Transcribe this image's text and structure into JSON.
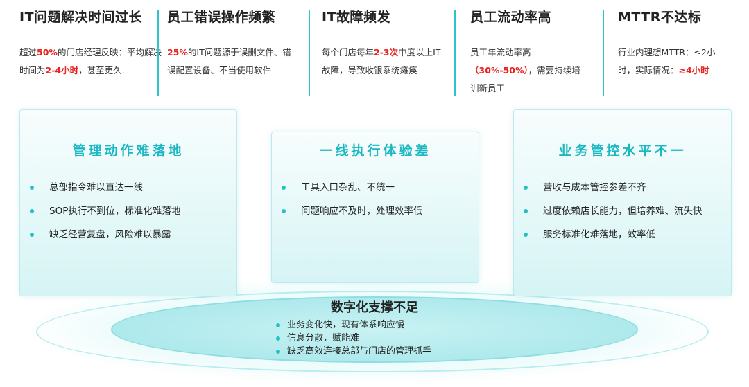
{
  "stats": [
    {
      "title": "IT问题解决时间过长",
      "desc": [
        {
          "t": "超过"
        },
        {
          "t": "50%",
          "hl": true
        },
        {
          "t": "的门店经理反映："
        },
        {
          "t": "\n平均解决时间为"
        },
        {
          "t": "2-4小时",
          "hl": true
        },
        {
          "t": "，甚至更久."
        }
      ]
    },
    {
      "title": "员工错误操作频繁",
      "desc": [
        {
          "t": "25%",
          "hl": true
        },
        {
          "t": "的IT问题源于误删文件、错误配置设备、不当使用软件"
        }
      ]
    },
    {
      "title": "IT故障频发",
      "desc": [
        {
          "t": "每个门店每年"
        },
        {
          "t": "2-3次",
          "hl": true
        },
        {
          "t": "中度以上IT故障，导致收银系统瘫痪"
        }
      ]
    },
    {
      "title": "员工流动率高",
      "desc": [
        {
          "t": "员工年流动率高"
        },
        {
          "t": "（30%-50%）",
          "hl": true
        },
        {
          "t": "，需要持续培训新员工"
        }
      ]
    },
    {
      "title": "MTTR不达标",
      "desc": [
        {
          "t": "行业内理想MTTR：≤2小时，实际情况："
        },
        {
          "t": "≥4小时",
          "hl": true
        }
      ]
    }
  ],
  "cards": [
    {
      "title": "管理动作难落地",
      "items": [
        "总部指令难以直达一线",
        "SOP执行不到位，标准化难落地",
        "缺乏经营复盘，风险难以暴露"
      ]
    },
    {
      "title": "一线执行体验差",
      "items": [
        "工具入口杂乱、不统一",
        "问题响应不及时，处理效率低"
      ]
    },
    {
      "title": "业务管控水平不一",
      "items": [
        "营收与成本管控参差不齐",
        "过度依赖店长能力，但培养难、流失快",
        "服务标准化难落地，效率低"
      ]
    }
  ],
  "base": {
    "title": "数字化支撑不足",
    "items": [
      "业务变化快，现有体系响应慢",
      "信息分散，赋能难",
      "缺乏高效连接总部与门店的管理抓手"
    ]
  },
  "colors": {
    "accent": "#19b8c2",
    "highlight": "#e8241f",
    "divider": "#2fc4cc"
  }
}
